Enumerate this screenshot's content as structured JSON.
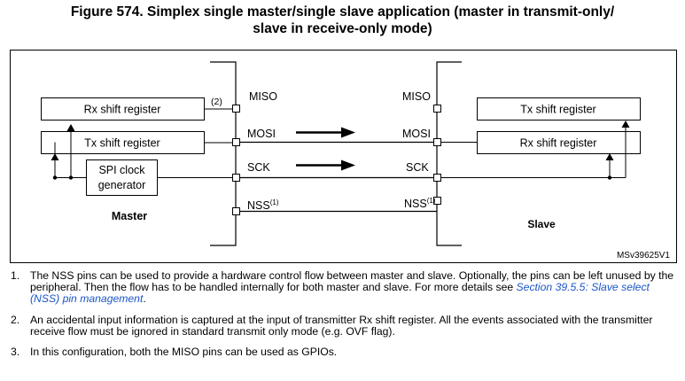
{
  "figure": {
    "title_line1": "Figure 574. Simplex single master/single slave application (master in transmit-only/",
    "title_line2": "slave in receive-only mode)"
  },
  "diagram": {
    "master": {
      "label": "Master",
      "rx_shift_register": "Rx shift register",
      "tx_shift_register": "Tx shift register",
      "clock_gen_line1": "SPI clock",
      "clock_gen_line2": "generator",
      "miso_annotation": "(2)",
      "pins": {
        "miso": "MISO",
        "mosi": "MOSI",
        "sck": "SCK",
        "nss": "NSS",
        "nss_sup": "(1)"
      }
    },
    "slave": {
      "label": "Slave",
      "tx_shift_register": "Tx shift register",
      "rx_shift_register": "Rx shift register",
      "pins": {
        "miso": "MISO",
        "mosi": "MOSI",
        "sck": "SCK",
        "nss": "NSS",
        "nss_sup": "(1)"
      }
    },
    "figure_id": "MSv39625V1"
  },
  "notes": [
    {
      "num": "1.",
      "text": "The NSS pins can be used to provide a hardware control flow between master and slave. Optionally, the pins can be left unused by the peripheral. Then the flow has to be handled internally for both master and slave. For more details see ",
      "link": "Section 39.5.5: Slave select (NSS) pin management",
      "after": "."
    },
    {
      "num": "2.",
      "text": "An accidental input information is captured at the input of transmitter Rx shift register. All the events associated with the transmitter receive flow must be ignored in standard transmit only mode (e.g. OVF flag)."
    },
    {
      "num": "3.",
      "text": "In this configuration, both the MISO pins can be used as GPIOs."
    }
  ],
  "colors": {
    "line": "#000000",
    "box_fill": "#ffffff",
    "link": "#1a55c8"
  }
}
